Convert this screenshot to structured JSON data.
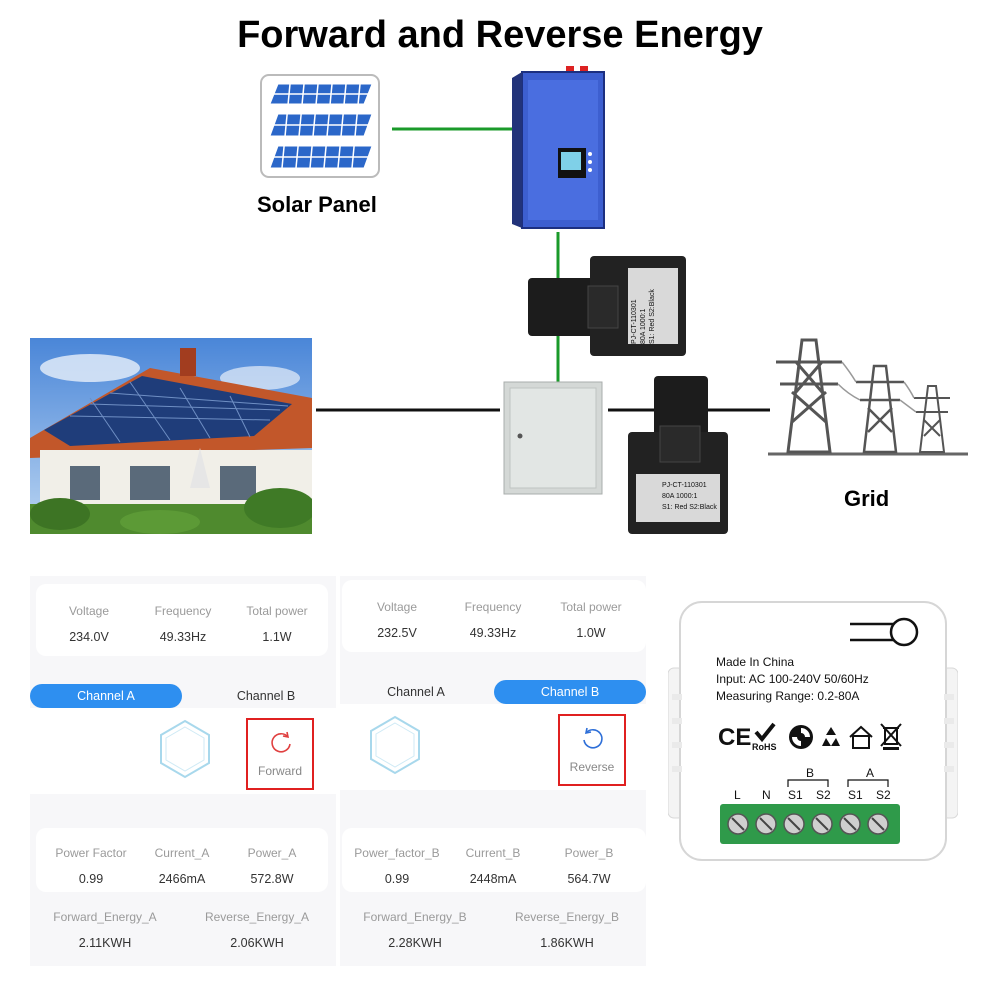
{
  "title": "Forward and Reverse Energy",
  "labels": {
    "solar_panel": "Solar Panel",
    "grid": "Grid"
  },
  "ct_clamp": {
    "line1": "PJ-CT-110301",
    "line2": "80A 1000:1",
    "line3": "S1: Red  S2:Black"
  },
  "app_left": {
    "voltage_label": "Voltage",
    "voltage_value": "234.0V",
    "frequency_label": "Frequency",
    "frequency_value": "49.33Hz",
    "total_power_label": "Total power",
    "total_power_value": "1.1W",
    "tab_a": "Channel A",
    "tab_b": "Channel B",
    "active_tab": "Channel A",
    "direction": "Forward",
    "pf_label": "Power Factor",
    "pf_value": "0.99",
    "current_label": "Current_A",
    "current_value": "2466mA",
    "power_label": "Power_A",
    "power_value": "572.8W",
    "fwd_label": "Forward_Energy_A",
    "fwd_value": "2.11KWH",
    "rev_label": "Reverse_Energy_A",
    "rev_value": "2.06KWH"
  },
  "app_right": {
    "voltage_label": "Voltage",
    "voltage_value": "232.5V",
    "frequency_label": "Frequency",
    "frequency_value": "49.33Hz",
    "total_power_label": "Total power",
    "total_power_value": "1.0W",
    "tab_a": "Channel A",
    "tab_b": "Channel B",
    "active_tab": "Channel B",
    "direction": "Reverse",
    "pf_label": "Power_factor_B",
    "pf_value": "0.99",
    "current_label": "Current_B",
    "current_value": "2448mA",
    "power_label": "Power_B",
    "power_value": "564.7W",
    "fwd_label": "Forward_Energy_B",
    "fwd_value": "2.28KWH",
    "rev_label": "Reverse_Energy_B",
    "rev_value": "1.86KWH"
  },
  "module": {
    "line1": "Made In China",
    "line2": "Input: AC 100-240V 50/60Hz",
    "line3": "Measuring Range: 0.2-80A",
    "ce": "CE",
    "rohs": "RoHS",
    "group_b": "B",
    "group_a": "A",
    "terminals": [
      "L",
      "N",
      "S1",
      "S2",
      "S1",
      "S2"
    ]
  },
  "colors": {
    "wire_green": "#1a9a2a",
    "wire_black": "#111111",
    "accent_blue": "#2e8ff0",
    "highlight_red": "#e02020",
    "inverter_blue": "#3d5fd0",
    "terminal_green": "#2f9a4a"
  }
}
